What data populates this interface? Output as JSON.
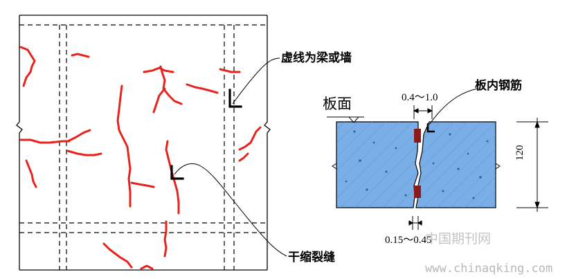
{
  "labels": {
    "dashed_line_note": "虚线为梁或墙",
    "shrinkage_crack": "干缩裂缝",
    "slab_surface": "板面",
    "rebar_in_slab": "板内钢筋",
    "crack_width_top": "0.4～1.0",
    "crack_width_bottom": "0.15～0.45",
    "slab_thickness": "120"
  },
  "watermark": {
    "cn": "中国期刊网",
    "url": "www.chinaqking.com"
  },
  "colors": {
    "crack": "#e8221c",
    "concrete": "#7aaee6",
    "rebar": "#8b1a1a",
    "line": "#000000"
  }
}
